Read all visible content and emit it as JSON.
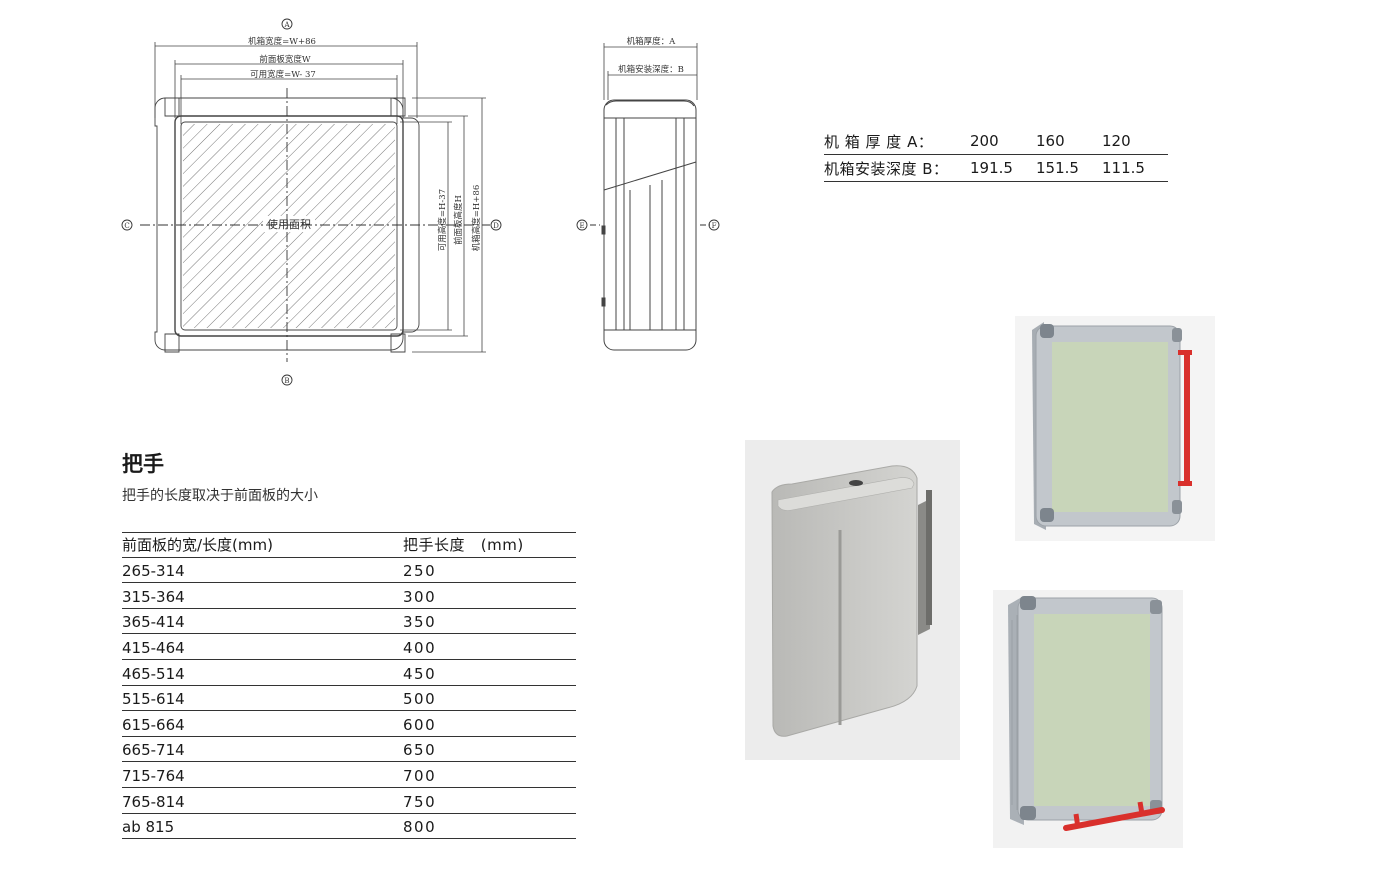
{
  "drawing": {
    "marker_a": "A",
    "marker_b": "B",
    "marker_c": "C",
    "marker_d": "D",
    "marker_e": "E",
    "marker_f": "F",
    "dim_case_width": "机箱宽度=W+86",
    "dim_front_width": "前面板宽度W",
    "dim_usable_width": "可用宽度=W- 37",
    "dim_usable_height": "可用高度=H-37",
    "dim_front_height": "前面板高度H",
    "dim_case_height": "机箱高度=H+86",
    "usable_area": "使用面积",
    "dim_case_thickness": "机箱厚度：A",
    "dim_install_depth": "机箱安装深度：B"
  },
  "dims_table": {
    "row1_label": "机 箱 厚 度 A：",
    "row1_values": [
      "200",
      "160",
      "120"
    ],
    "row2_label": "机箱安装深度 B：",
    "row2_values": [
      "191.5",
      "151.5",
      "111.5"
    ]
  },
  "handle": {
    "title": "把手",
    "subtitle": "把手的长度取决于前面板的大小",
    "col1_header": "前面板的宽/长度(mm)",
    "col2_header": "把手长度   (mm)",
    "rows": [
      {
        "size": "265-314",
        "length": "250"
      },
      {
        "size": "315-364",
        "length": "300"
      },
      {
        "size": "365-414",
        "length": "350"
      },
      {
        "size": "415-464",
        "length": "400"
      },
      {
        "size": "465-514",
        "length": "450"
      },
      {
        "size": "515-614",
        "length": "500"
      },
      {
        "size": "615-664",
        "length": "600"
      },
      {
        "size": "665-714",
        "length": "650"
      },
      {
        "size": "715-764",
        "length": "700"
      },
      {
        "size": "765-814",
        "length": "750"
      },
      {
        "size": "ab 815",
        "length": "800"
      }
    ]
  },
  "colors": {
    "panel_green": "#c8d5b9",
    "frame_grey": "#b8bec4",
    "handle_red": "#d9302c",
    "case_grey": "#c9c9c6"
  }
}
